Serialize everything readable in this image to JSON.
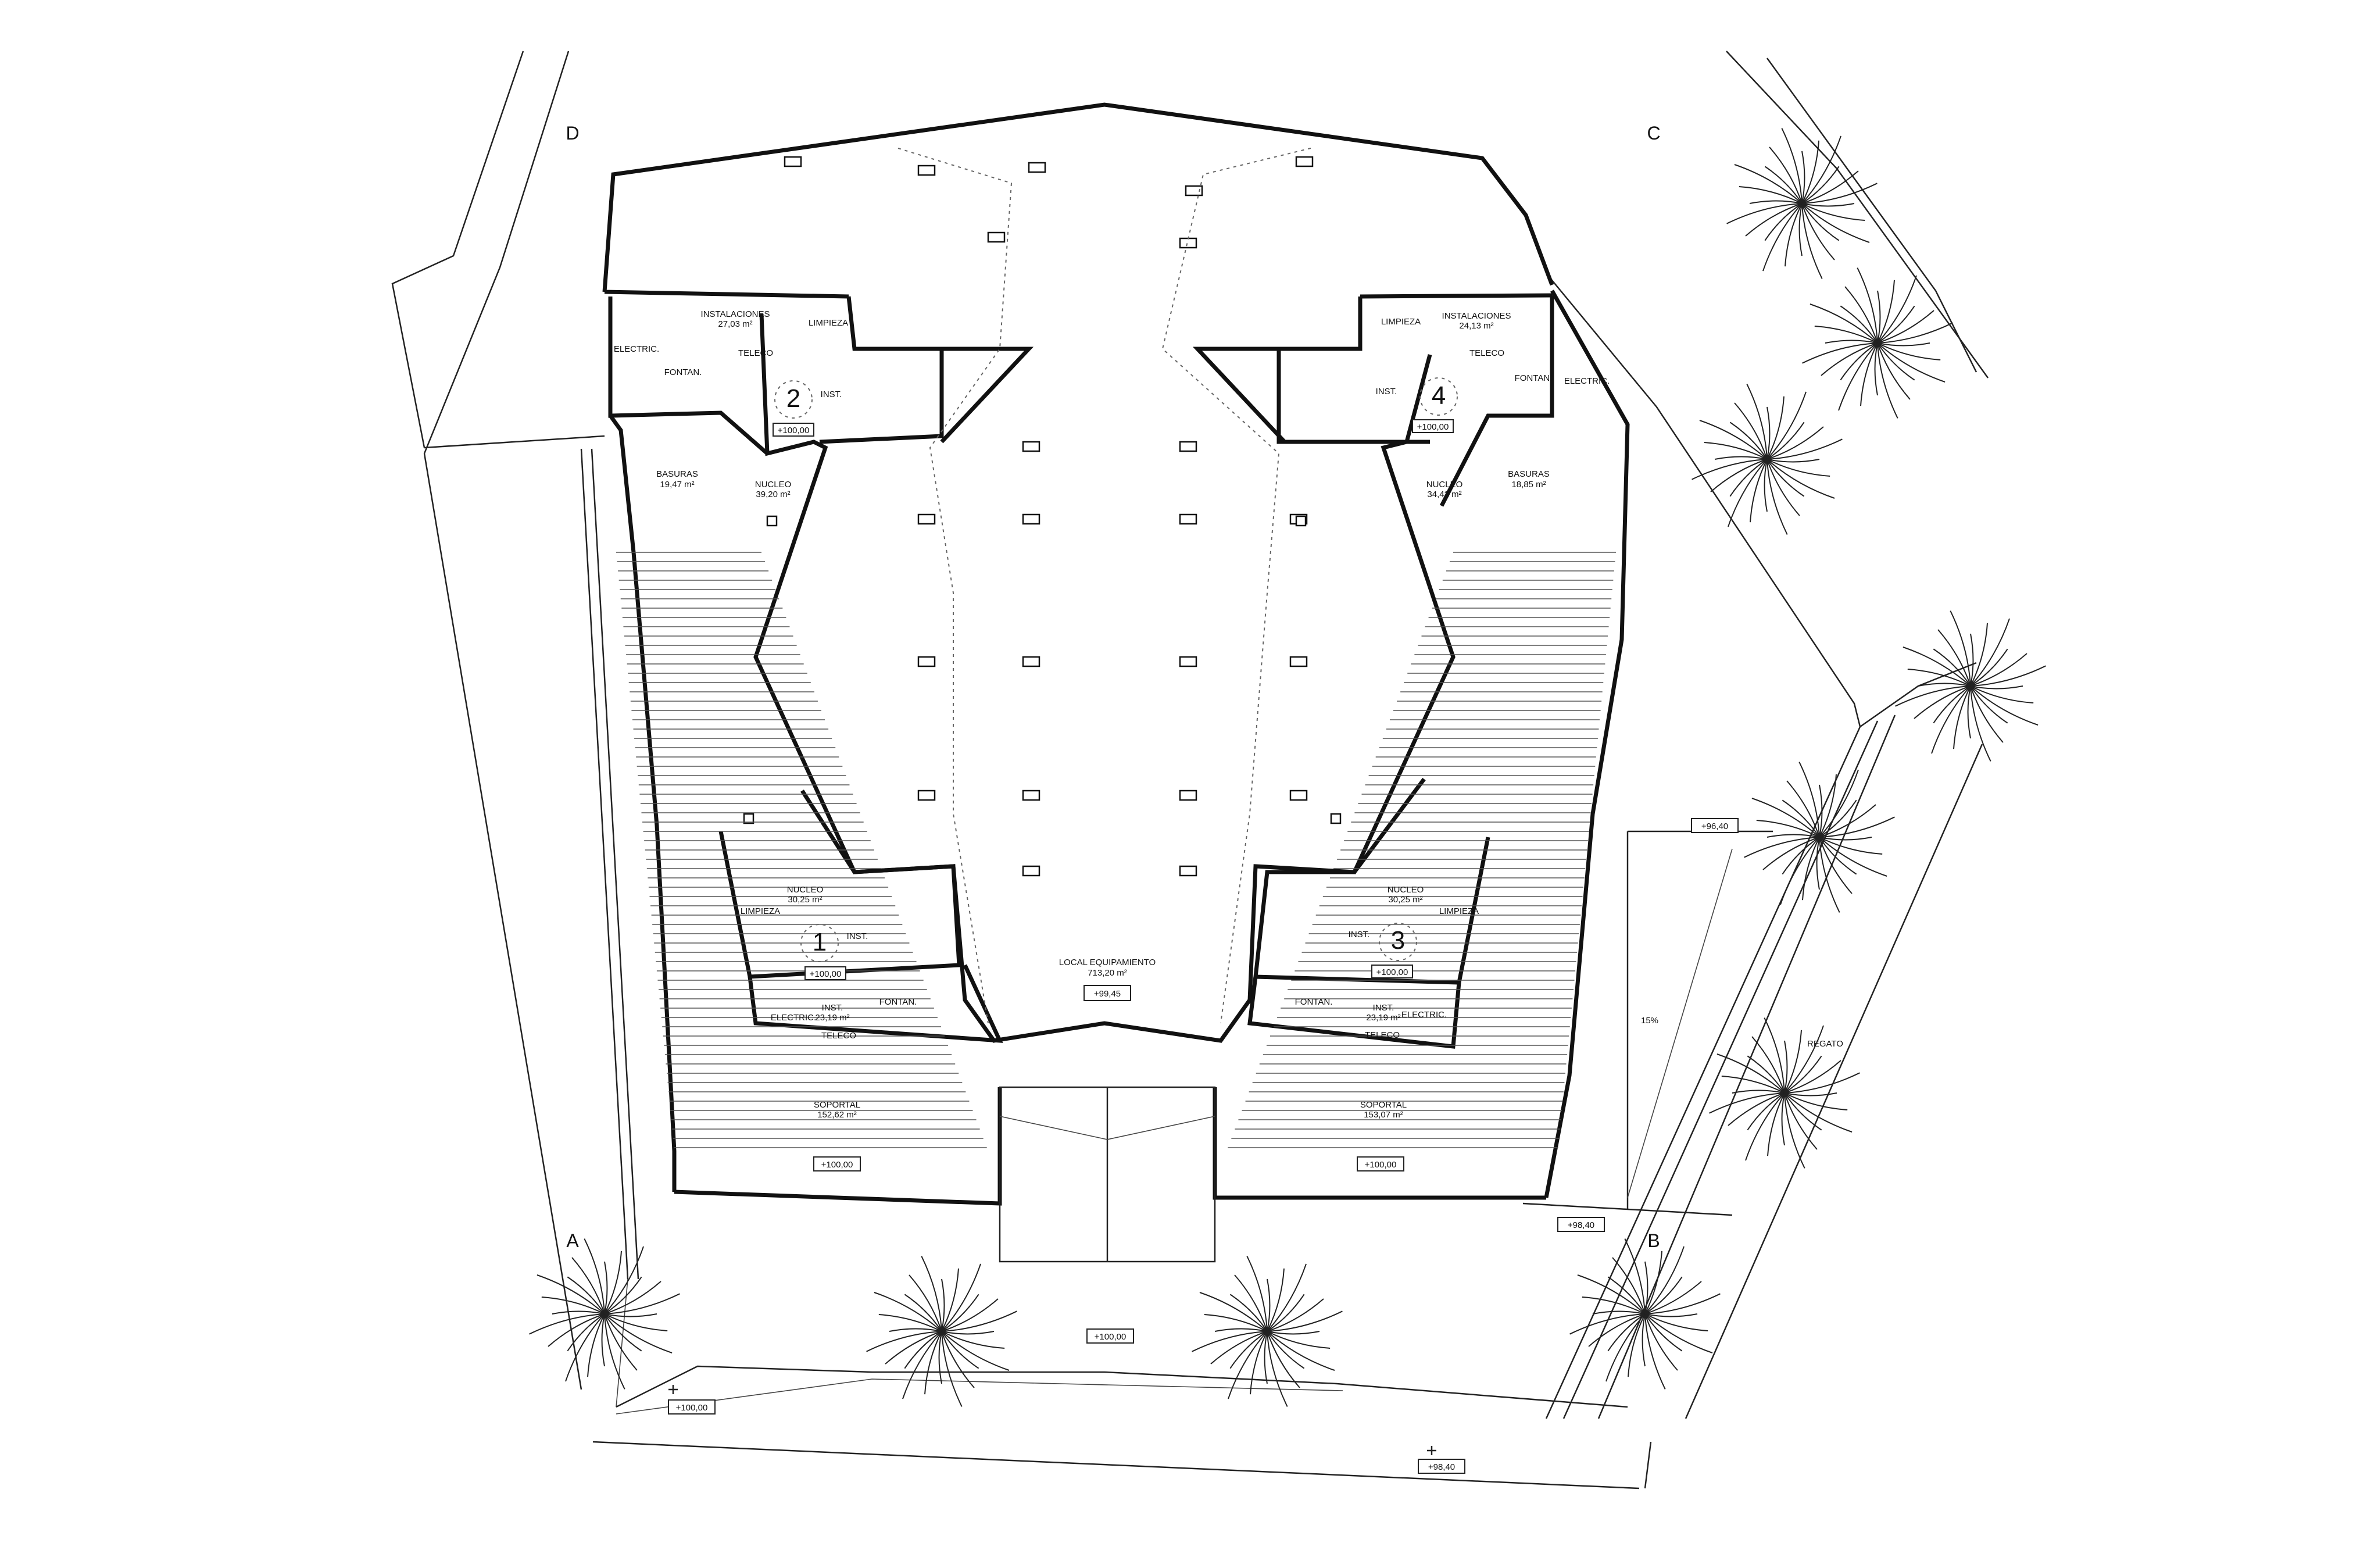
{
  "axes": {
    "a": "A",
    "b": "B",
    "c": "C",
    "d": "D"
  },
  "cores": {
    "n1": "1",
    "n2": "2",
    "n3": "3",
    "n4": "4"
  },
  "rooms": {
    "instalaciones": "INSTALACIONES",
    "inst_area_left": "27,03 m²",
    "inst_area_right": "24,13 m²",
    "limpieza": "LIMPIEZA",
    "electric": "ELECTRIC.",
    "teleco": "TELECO",
    "fontan": "FONTAN.",
    "inst": "INST.",
    "basuras": "BASURAS",
    "basuras_left_area": "19,47 m²",
    "basuras_right_area": "18,85 m²",
    "nucleo": "NUCLEO",
    "nucleo2_area": "39,20 m²",
    "nucleo4_area": "34,42 m²",
    "nucleo1_area": "30,25 m²",
    "nucleo3_area": "30,25 m²",
    "inst1_area": "23,19 m²",
    "inst3_area": "23,19 m²",
    "local": "LOCAL EQUIPAMIENTO",
    "local_area": "713,20 m²",
    "soportal": "SOPORTAL",
    "soportal_left_area": "152,62 m²",
    "soportal_right_area": "153,07 m²",
    "regato": "REGATO",
    "slope": "15%"
  },
  "levels": {
    "l100": "+100,00",
    "l9945": "+99,45",
    "l9640": "+96,40",
    "l9840": "+98,40"
  }
}
